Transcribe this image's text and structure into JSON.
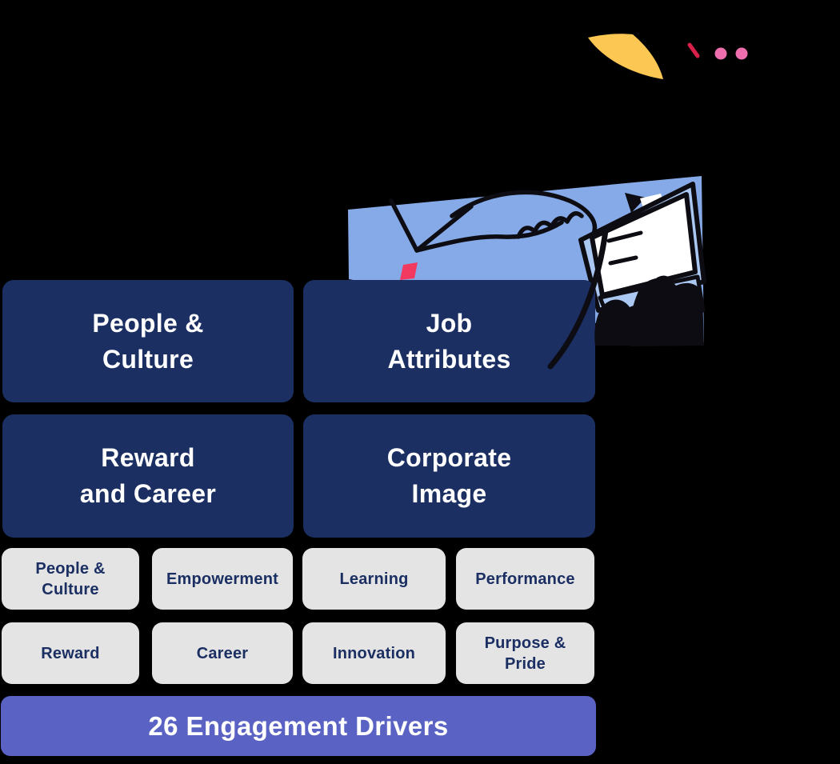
{
  "page": {
    "background_color": "#000000"
  },
  "decor": {
    "leaf_color": "#fcc752",
    "dash_color": "#d92048",
    "dot_color": "#ef6fae"
  },
  "illustration": {
    "name": "person-typing-on-laptop",
    "bg_color": "#86aae8",
    "panel_color": "#abc8f2",
    "screen_color": "#ffffff",
    "outline_color": "#0c0c12",
    "chip_color": "#f23a60"
  },
  "colors": {
    "category_box_bg": "#1b2f63",
    "category_box_text": "#ffffff",
    "driver_box_bg": "#e4e4e4",
    "driver_box_text": "#1b2f63",
    "footer_bar_bg": "#5a62c4",
    "footer_bar_text": "#ffffff"
  },
  "category_boxes": [
    {
      "label": "People &\nCulture"
    },
    {
      "label": "Job\nAttributes"
    },
    {
      "label": "Reward\nand Career"
    },
    {
      "label": "Corporate\nImage"
    }
  ],
  "driver_boxes": [
    {
      "label": "People &\nCulture"
    },
    {
      "label": "Empowerment"
    },
    {
      "label": "Learning"
    },
    {
      "label": "Performance"
    },
    {
      "label": "Reward"
    },
    {
      "label": "Career"
    },
    {
      "label": "Innovation"
    },
    {
      "label": "Purpose &\nPride"
    }
  ],
  "footer_bar": {
    "label": "26 Engagement Drivers"
  }
}
